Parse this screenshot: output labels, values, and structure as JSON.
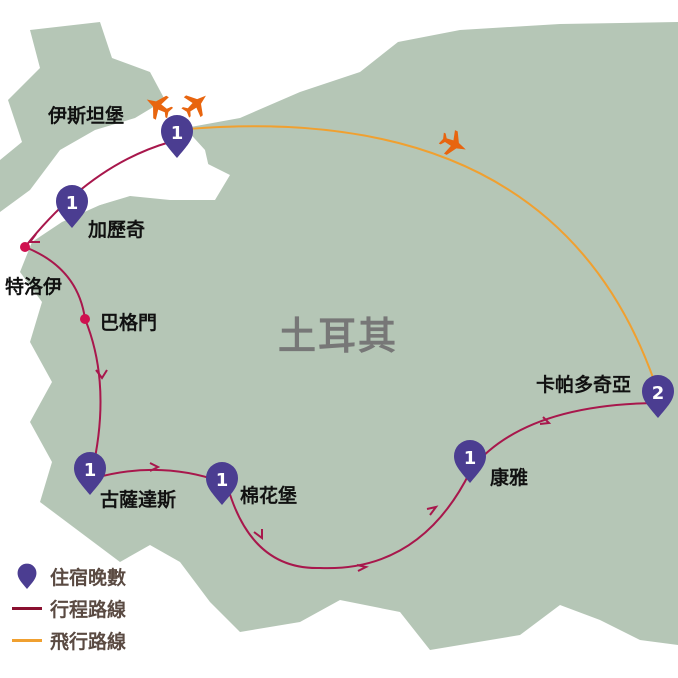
{
  "country_label": "土耳其",
  "stops": [
    {
      "name": "伊斯坦堡",
      "nights": "1"
    },
    {
      "name": "加歷奇",
      "nights": "1"
    },
    {
      "name": "特洛伊"
    },
    {
      "name": "巴格門"
    },
    {
      "name": "古薩達斯",
      "nights": "1"
    },
    {
      "name": "棉花堡",
      "nights": "1"
    },
    {
      "name": "康雅",
      "nights": "1"
    },
    {
      "name": "卡帕多奇亞",
      "nights": "2"
    }
  ],
  "legend": {
    "nights": "住宿晚數",
    "route": "行程路線",
    "flight": "飛行路線"
  },
  "colors": {
    "land": "#b5c6b6",
    "pin": "#4b3d91",
    "route": "#a8174c",
    "flight": "#f0a030",
    "plane": "#e8650f"
  }
}
